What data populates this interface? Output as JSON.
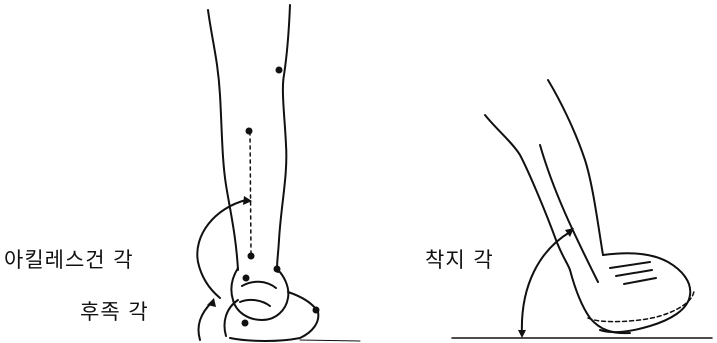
{
  "labels": {
    "achilles_angle": "아킬레스건 각",
    "heel_angle": "후족 각",
    "landing_angle": "착지 각"
  },
  "colors": {
    "ink": "#111111",
    "background": "#ffffff"
  }
}
